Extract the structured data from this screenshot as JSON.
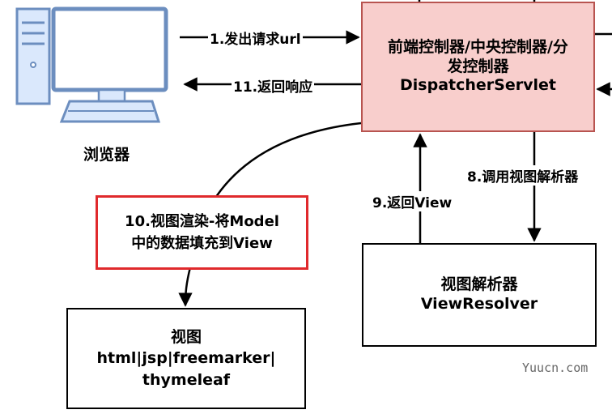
{
  "browser": {
    "label": "浏览器",
    "icon": "computer-icon"
  },
  "dispatcher": {
    "title_line1": "前端控制器/中央控制器/分",
    "title_line2": "发控制器",
    "name": "DispatcherServlet"
  },
  "resolver": {
    "title": "视图解析器",
    "name": "ViewResolver"
  },
  "view": {
    "title": "视图",
    "line2": "html|jsp|freemarker|",
    "line3": "thymeleaf"
  },
  "render_note": {
    "line1": "10.视图渲染-将Model",
    "line2": "中的数据填充到View"
  },
  "arrows": {
    "request": "1.发出请求url",
    "response": "11.返回响应",
    "call_resolver": "8.调用视图解析器",
    "return_view": "9.返回View"
  },
  "watermark": "Yuucn.com",
  "colors": {
    "dispatcher_fill": "#f8cecc",
    "dispatcher_border": "#b85450",
    "note_border": "#e0292c",
    "icon_fill": "#dae8fc",
    "icon_stroke": "#6c8ebf"
  }
}
